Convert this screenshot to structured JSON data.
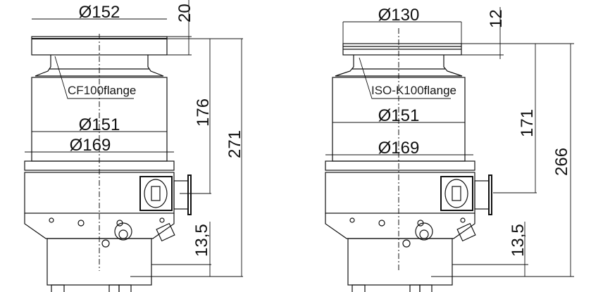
{
  "left_pump": {
    "dims": {
      "flange_dia": "Ø152",
      "flange_height": "20",
      "body_dia": "Ø151",
      "base_dia": "Ø169",
      "inlet_to_port": "176",
      "total_height": "271",
      "foot_height": "13,5"
    },
    "flange_label_prefix": "CF100",
    "flange_label_suffix": "flange"
  },
  "right_pump": {
    "dims": {
      "flange_dia": "Ø130",
      "flange_height": "12",
      "body_dia": "Ø151",
      "base_dia": "Ø169",
      "inlet_to_port": "171",
      "total_height": "266",
      "foot_height": "13,5"
    },
    "flange_label_prefix": "ISO-K100",
    "flange_label_suffix": "flange"
  }
}
